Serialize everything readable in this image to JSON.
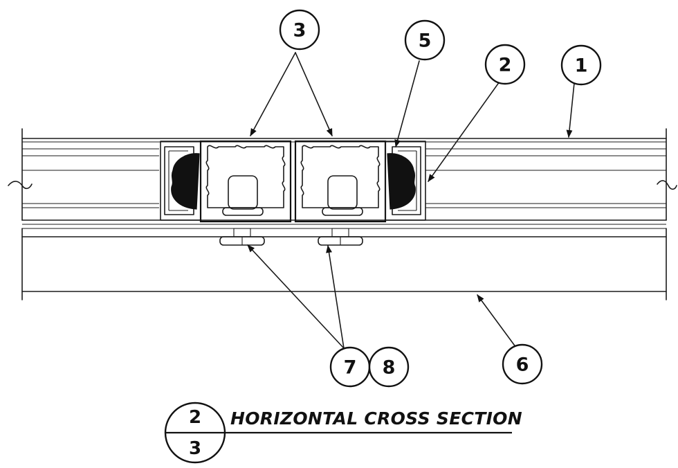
{
  "callouts": {
    "c1": "1",
    "c2": "2",
    "c3": "3",
    "c5": "5",
    "c6": "6",
    "c7": "7",
    "c8": "8"
  },
  "title_block": {
    "detail_number": "2",
    "sheet_number": "3",
    "title": "HORIZONTAL CROSS SECTION"
  },
  "colors": {
    "ink": "#111111",
    "paper": "#ffffff"
  }
}
